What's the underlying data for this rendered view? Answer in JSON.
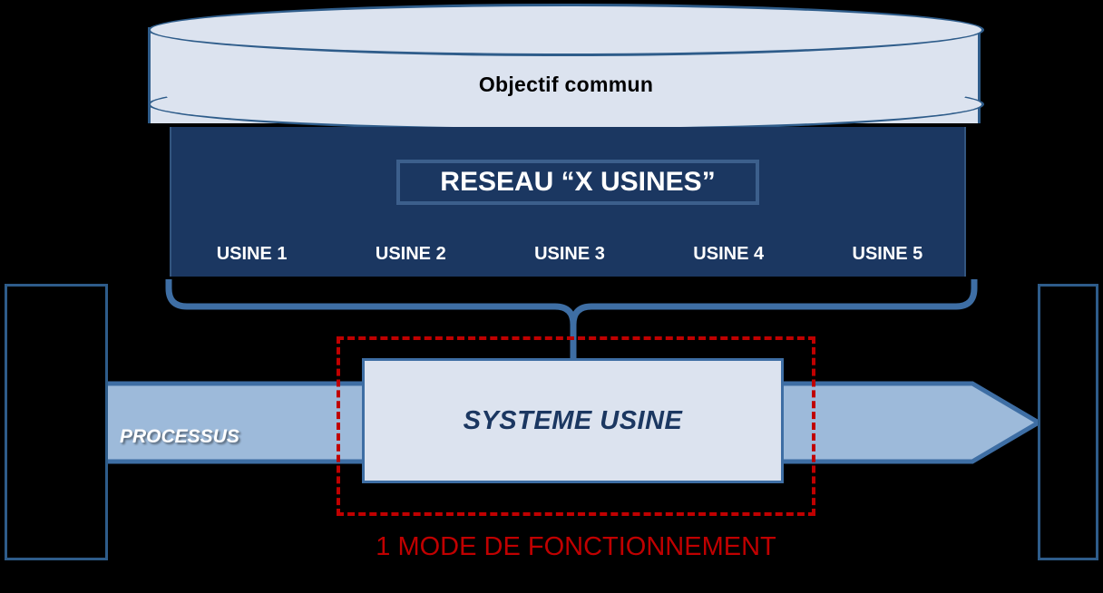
{
  "diagram": {
    "cylinder": {
      "label": "Objectif  commun"
    },
    "network": {
      "title": "RESEAU “X USINES”",
      "units": [
        {
          "label": "USINE 1"
        },
        {
          "label": "USINE 2"
        },
        {
          "label": "USINE 3"
        },
        {
          "label": "USINE 4"
        },
        {
          "label": "USINE 5"
        }
      ]
    },
    "process": {
      "label": "PROCESSUS"
    },
    "system": {
      "label": "SYSTEME USINE"
    },
    "caption": {
      "label": "1 MODE DE FONCTIONNEMENT"
    },
    "colors": {
      "navy": "#1b3761",
      "navy_border": "#33557f",
      "light_blue_fill": "#dce3ef",
      "outline_blue": "#2e5c8a",
      "arrow_fill": "#9dbada",
      "arrow_border": "#3e6ea4",
      "red_accent": "#c00000",
      "background": "#000000",
      "text_white": "#ffffff",
      "text_black": "#000000"
    }
  }
}
